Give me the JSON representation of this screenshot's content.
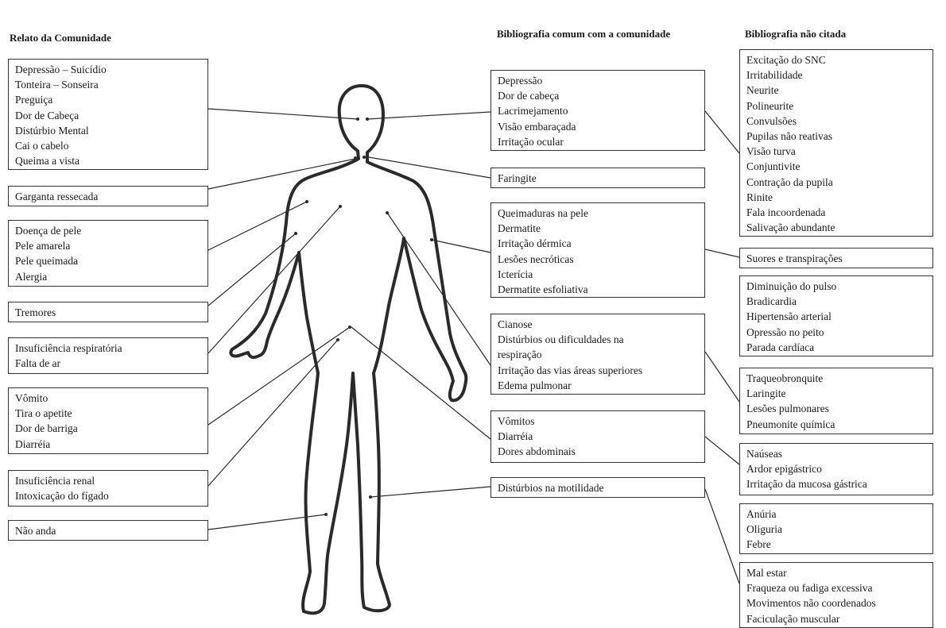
{
  "headings": {
    "community": "Relato da Comunidade",
    "common": "Bibliografia comum com a comunidade",
    "not_cited": "Bibliografia não citada"
  },
  "community_boxes": [
    {
      "items": [
        "Depressão – Suicídio",
        "Tonteira – Sonseira",
        "Preguiça",
        "Dor de Cabeça",
        "Distúrbio Mental",
        "Cai o cabelo",
        "Queima a vista"
      ]
    },
    {
      "items": [
        "Garganta ressecada"
      ]
    },
    {
      "items": [
        "Doença de pele",
        "Pele amarela",
        "Pele queimada",
        "Alergia"
      ]
    },
    {
      "items": [
        "Tremores"
      ]
    },
    {
      "items": [
        "Insuficiência respiratória",
        "Falta de ar"
      ]
    },
    {
      "items": [
        "Vômito",
        "Tira o apetite",
        "Dor de barriga",
        "Diarréia"
      ]
    },
    {
      "items": [
        "Insuficiência renal",
        "Intoxicação do fígado"
      ]
    },
    {
      "items": [
        "Não anda"
      ]
    }
  ],
  "common_boxes": [
    {
      "items": [
        "Depressão",
        "Dor de cabeça",
        "Lacrimejamento",
        "Visão embaraçada",
        "Irritação ocular"
      ]
    },
    {
      "items": [
        "Faringite"
      ]
    },
    {
      "items": [
        "Queimaduras na pele",
        "Dermatite",
        "Irritação dérmica",
        "Lesões necróticas",
        "Icterícia",
        "Dermatite esfoliativa"
      ]
    },
    {
      "items": [
        "Cianose",
        "Distúrbios ou dificuldades na",
        "respiração",
        "Irritação das vias áreas superiores",
        "Edema pulmonar"
      ]
    },
    {
      "items": [
        "Vômitos",
        "Diarréia",
        "Dores abdominais"
      ]
    },
    {
      "items": [
        "Distúrbios na motilidade"
      ]
    }
  ],
  "not_cited_boxes": [
    {
      "items": [
        "Excitação do SNC",
        "Irritabilidade",
        "Neurite",
        "Polineurite",
        "Convulsões",
        "Pupilas não reativas",
        "Visão turva",
        "Conjuntivite",
        "Contração da pupila",
        "Rinite",
        "Fala incoordenada",
        "Salivação abundante"
      ]
    },
    {
      "items": [
        "Suores e transpirações"
      ]
    },
    {
      "items": [
        "Diminuição do pulso",
        "Bradicardia",
        "Hipertensão arterial",
        "Opressão no peito",
        "Parada cardíaca"
      ]
    },
    {
      "items": [
        "Traqueobronquite",
        "Laringite",
        "Lesões pulmonares",
        "Pneumonite química"
      ]
    },
    {
      "items": [
        "Naúseas",
        "Ardor epigástrico",
        "Irritação da mucosa gástrica"
      ]
    },
    {
      "items": [
        "Anúria",
        "Oliguria",
        "Febre"
      ]
    },
    {
      "items": [
        "Mal estar",
        "Fraqueza ou fadiga excessiva",
        "Movimentos não coordenados",
        "Faciculação muscular"
      ]
    }
  ]
}
